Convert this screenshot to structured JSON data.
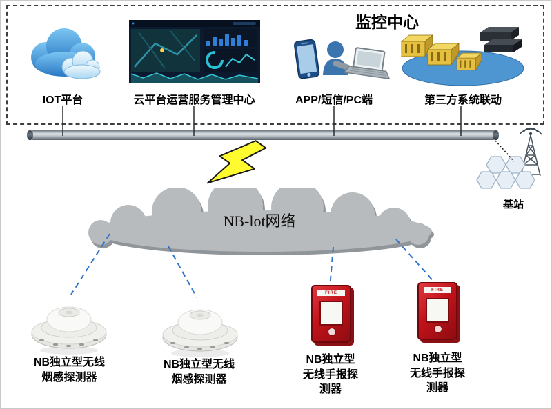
{
  "monitor_center": {
    "title": "监控中心"
  },
  "top_row": {
    "iot_label": "IOT平台",
    "cloud_platform_label": "云平台运营服务管理中心",
    "app_label": "APP/短信/PC端",
    "third_party_label": "第三方系统联动"
  },
  "network": {
    "cloud_label": "NB-lot网络",
    "base_station_label": "基站"
  },
  "devices": {
    "smoke_label_line1": "NB独立型无线",
    "smoke_label_line2": "烟感探测器",
    "callpoint_label_line1": "NB独立型",
    "callpoint_label_line2": "无线手报探",
    "callpoint_label_line3": "测器",
    "fire_text": "FIRE"
  }
}
